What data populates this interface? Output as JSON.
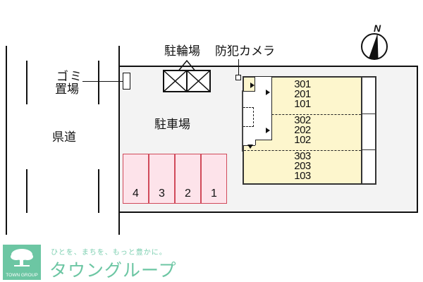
{
  "map": {
    "labels": {
      "garbage": [
        "ゴミ",
        "置場"
      ],
      "bicycle_parking": "駐輪場",
      "security_camera": "防犯カメラ",
      "parking_lot": "駐車場",
      "prefectural_road": "県道"
    },
    "compass": {
      "label": "N",
      "icon": "north-arrow-icon"
    },
    "building": {
      "columns": [
        {
          "units": [
            "301",
            "201",
            "101"
          ]
        },
        {
          "units": [
            "302",
            "202",
            "102"
          ]
        },
        {
          "units": [
            "303",
            "203",
            "103"
          ]
        }
      ]
    },
    "parking_stalls": [
      "4",
      "3",
      "2",
      "1"
    ],
    "colors": {
      "building_fill": "#fdf6cd",
      "stall_fill": "#fde3ea",
      "stall_border": "#d04a5a",
      "lot_fill": "#f3f3f3"
    }
  },
  "branding": {
    "logo_text": "TOWN GROUP",
    "tagline": "ひとを、まちを、もっと豊かに。",
    "name": "タウングループ",
    "color": "#6cc6a3"
  }
}
